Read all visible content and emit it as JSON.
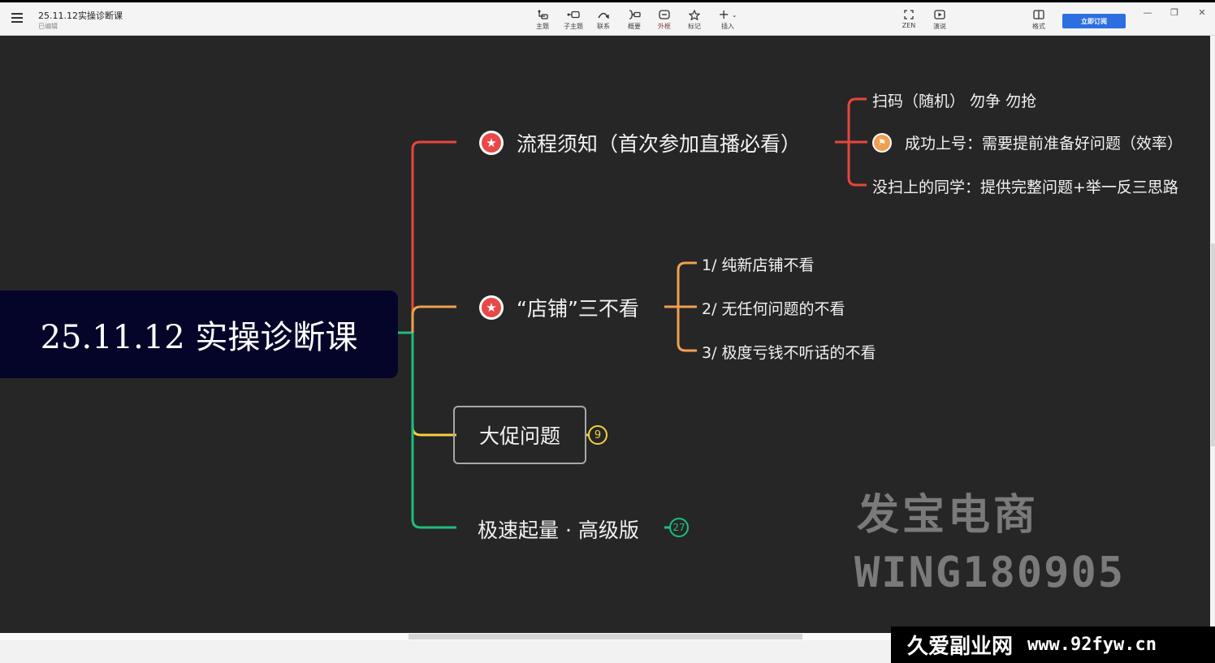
{
  "window": {
    "title": "25.11.12实操诊断课",
    "status": "已编辑",
    "subscribe_label": "立即订阅",
    "controls": {
      "minimize": "—",
      "restore": "❐",
      "close": "✕"
    }
  },
  "toolbar": [
    {
      "id": "topic",
      "label": "主题",
      "icon": "topic-icon"
    },
    {
      "id": "subtopic",
      "label": "子主题",
      "icon": "subtopic-icon"
    },
    {
      "id": "relationship",
      "label": "联系",
      "icon": "relationship-icon"
    },
    {
      "id": "summary",
      "label": "概要",
      "icon": "summary-icon"
    },
    {
      "id": "boundary",
      "label": "外框",
      "icon": "boundary-icon"
    },
    {
      "id": "marker",
      "label": "标记",
      "icon": "star-icon"
    },
    {
      "id": "insert",
      "label": "插入",
      "icon": "plus-icon"
    }
  ],
  "right_tools": [
    {
      "id": "zen",
      "label": "ZEN",
      "icon": "fullscreen-icon"
    },
    {
      "id": "present",
      "label": "演说",
      "icon": "play-icon"
    },
    {
      "id": "format",
      "label": "格式",
      "icon": "panel-icon"
    }
  ],
  "mindmap": {
    "root": "25.11.12 实操诊断课",
    "branches": [
      {
        "label": "流程须知（首次参加直播必看）",
        "color": "#e8453c",
        "marker": "star",
        "children": [
          {
            "label": "扫码（随机） 勿争 勿抢"
          },
          {
            "label": "成功上号：需要提前准备好问题（效率）",
            "marker": "flag"
          },
          {
            "label": "没扫上的同学：提供完整问题+举一反三思路"
          }
        ]
      },
      {
        "label": "“店铺”三不看",
        "color": "#f0a050",
        "marker": "star",
        "children": [
          {
            "label": "1/ 纯新店铺不看"
          },
          {
            "label": "2/ 无任何问题的不看"
          },
          {
            "label": "3/ 极度亏钱不听话的不看"
          }
        ]
      },
      {
        "label": "大促问题",
        "color": "#f5d040",
        "collapsed_count": "9"
      },
      {
        "label": "极速起量 · 高级版",
        "color": "#1dbf7d",
        "collapsed_count": "27"
      }
    ]
  },
  "watermark": {
    "line1": "发宝电商",
    "line2": "WING180905"
  },
  "banner": {
    "name": "久爱副业网",
    "url": "www.92fyw.cn"
  }
}
